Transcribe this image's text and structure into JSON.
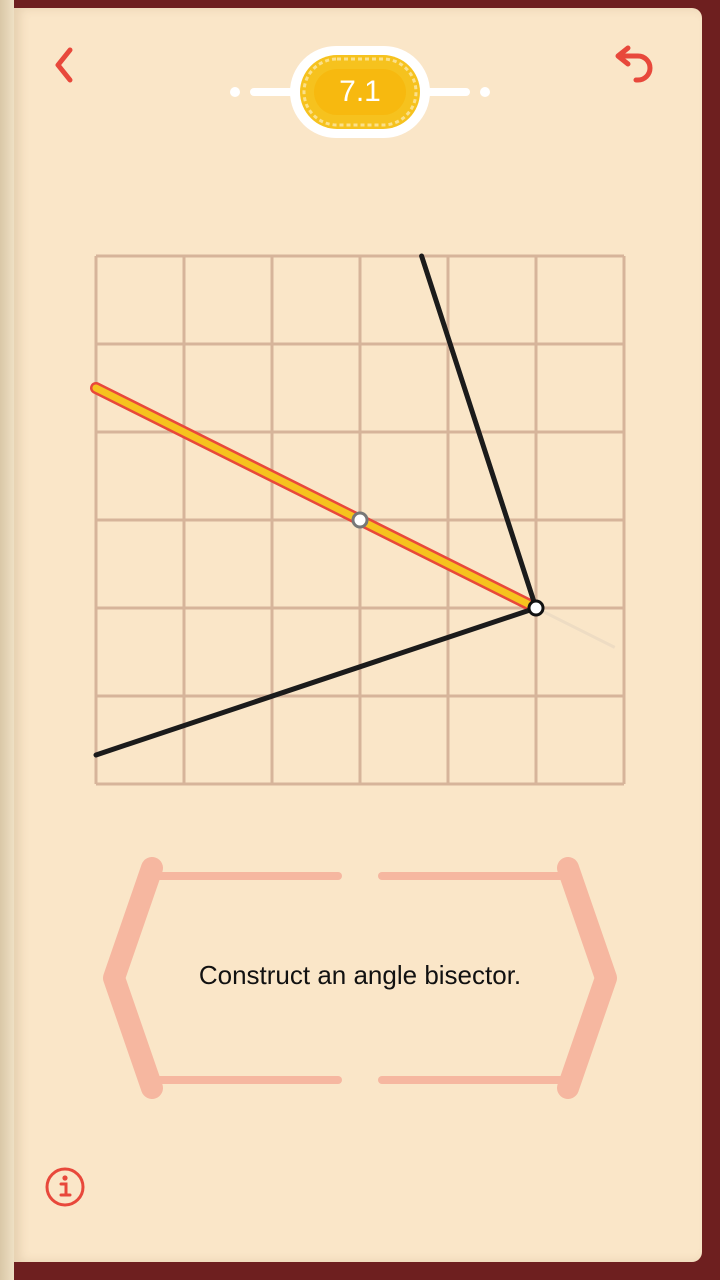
{
  "level": {
    "label": "7.1"
  },
  "task": {
    "instruction": "Construct an angle bisector."
  },
  "icons": {
    "back": "chevron-left-icon",
    "undo": "undo-icon",
    "info": "info-icon"
  },
  "colors": {
    "accent": "#e8483b",
    "grid": "#d6b49a",
    "frame": "#f6b7a0",
    "bisector": "#f6c21e"
  },
  "game_board": {
    "grid": {
      "cols": 6,
      "rows": 6
    },
    "rays": [
      {
        "name": "ray-upper",
        "from": [
          5,
          4
        ],
        "to": [
          3.7,
          0
        ]
      },
      {
        "name": "ray-lower",
        "from": [
          5,
          4
        ],
        "to": [
          0,
          5.67
        ]
      }
    ],
    "bisector": {
      "from": [
        5,
        4
      ],
      "to": [
        0,
        1.5
      ],
      "midpoint": [
        3,
        3
      ]
    }
  }
}
